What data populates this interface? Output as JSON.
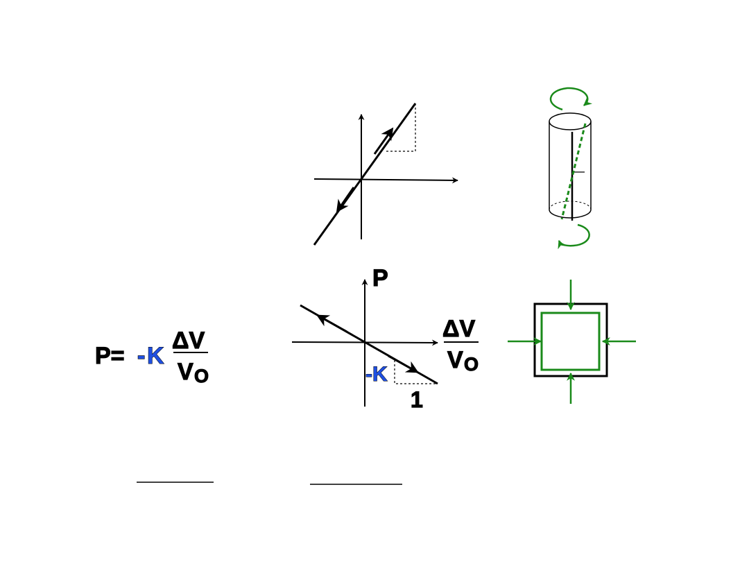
{
  "colors": {
    "ink": "#000000",
    "accent_blue": "#1f4fe0",
    "accent_green": "#1a8a1a",
    "background": "#ffffff"
  },
  "formula": {
    "lhs": "P=",
    "minus": "-",
    "k": "K",
    "numerator": "ΔV",
    "denominator_v": "V",
    "denominator_sub": "O"
  },
  "bottom_graph": {
    "y_axis_label": "P",
    "x_label_numerator": "ΔV",
    "x_label_denominator_v": "V",
    "x_label_denominator_sub": "O",
    "slope_label": "-K",
    "run_label": "1"
  },
  "icons": {
    "rotation_top": "clockwise-arrow-icon",
    "rotation_bottom": "counterclockwise-arrow-icon",
    "compression": "inward-arrow-icon"
  }
}
